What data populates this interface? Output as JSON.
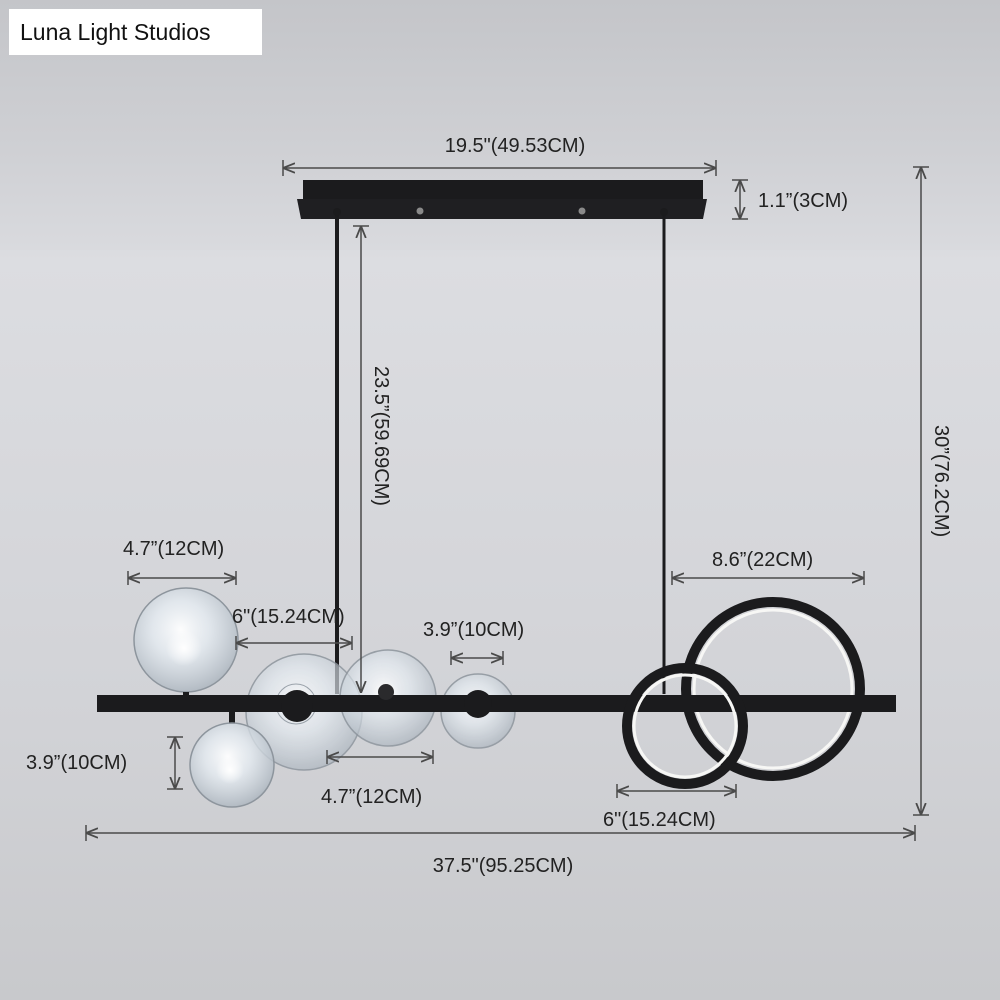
{
  "brand": {
    "name": "Luna Light Studios"
  },
  "dimensions": {
    "canopy_width": "19.5\"(49.53CM)",
    "canopy_height": "1.1”(3CM)",
    "rod_length": "23.5”(59.69CM)",
    "overall_height": "30”(76.2CM)",
    "globe_large_left": "4.7”(12CM)",
    "globe_six_inch": "6\"(15.24CM)",
    "globe_small_top": "3.9”(10CM)",
    "ring_large": "8.6”(22CM)",
    "globe_small_left": "3.9”(10CM)",
    "globe_mid_bottom": "4.7”(12CM)",
    "ring_small": "6\"(15.24CM)",
    "overall_length": "37.5\"(95.25CM)"
  },
  "colors": {
    "metal": "#1b1b1d",
    "glass": "#e9eff4",
    "dim_line": "#4a4a4a"
  }
}
